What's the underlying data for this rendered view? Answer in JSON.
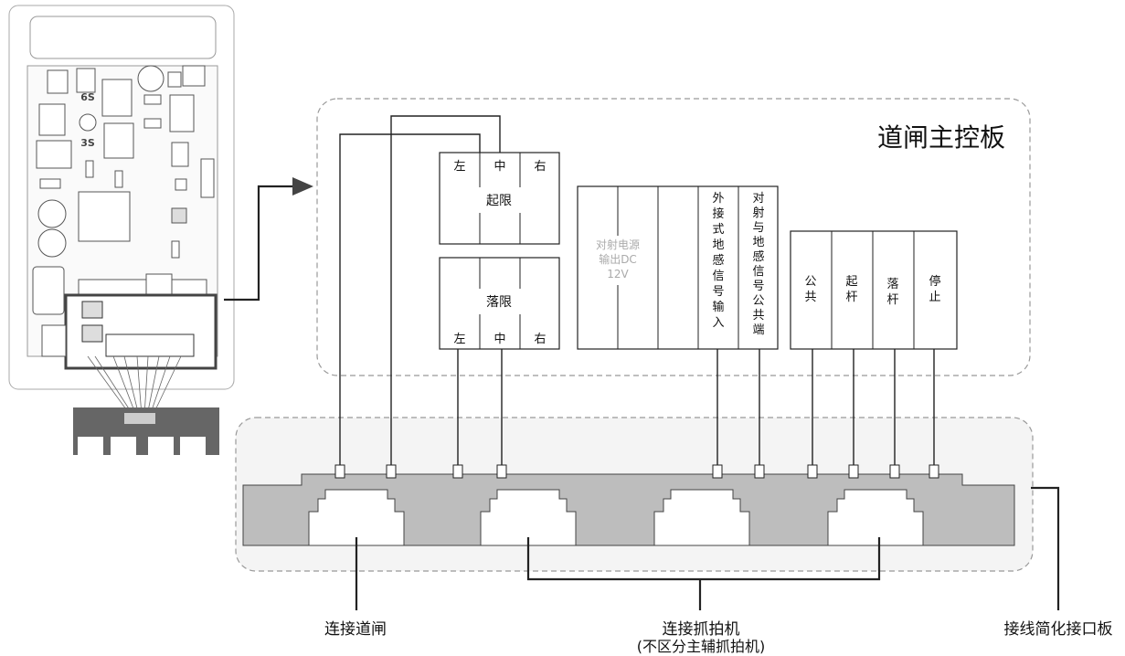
{
  "board_title": "道闸主控板",
  "limit_up": {
    "label": "起限",
    "pins": [
      "左",
      "中",
      "右"
    ]
  },
  "limit_down": {
    "label": "落限",
    "pins": [
      "左",
      "中",
      "右"
    ]
  },
  "power_block": [
    "对射电源",
    "输出DC",
    "12V"
  ],
  "sensor_input": [
    "外",
    "接",
    "式",
    "地",
    "感",
    "信",
    "号",
    "输",
    "入"
  ],
  "sensor_common": [
    "对",
    "射",
    "与",
    "地",
    "感",
    "信",
    "号",
    "公",
    "共",
    "端"
  ],
  "control_terminals": [
    {
      "lines": [
        "公",
        "共"
      ]
    },
    {
      "lines": [
        "起",
        "杆"
      ]
    },
    {
      "lines": [
        "落",
        "杆"
      ]
    },
    {
      "lines": [
        "停",
        "止"
      ]
    }
  ],
  "pcb_marks": {
    "s6": "6S",
    "s3": "3S"
  },
  "bottom_labels": {
    "connect_gate": "连接道闸",
    "connect_camera": "连接抓拍机",
    "camera_note": "(不区分主辅抓拍机)",
    "interface_board": "接线简化接口板"
  },
  "colors": {
    "line": "#222222",
    "interface_gray": "#bdbdbd",
    "power_text": "#aaaaaa",
    "dashed": "#999999"
  }
}
